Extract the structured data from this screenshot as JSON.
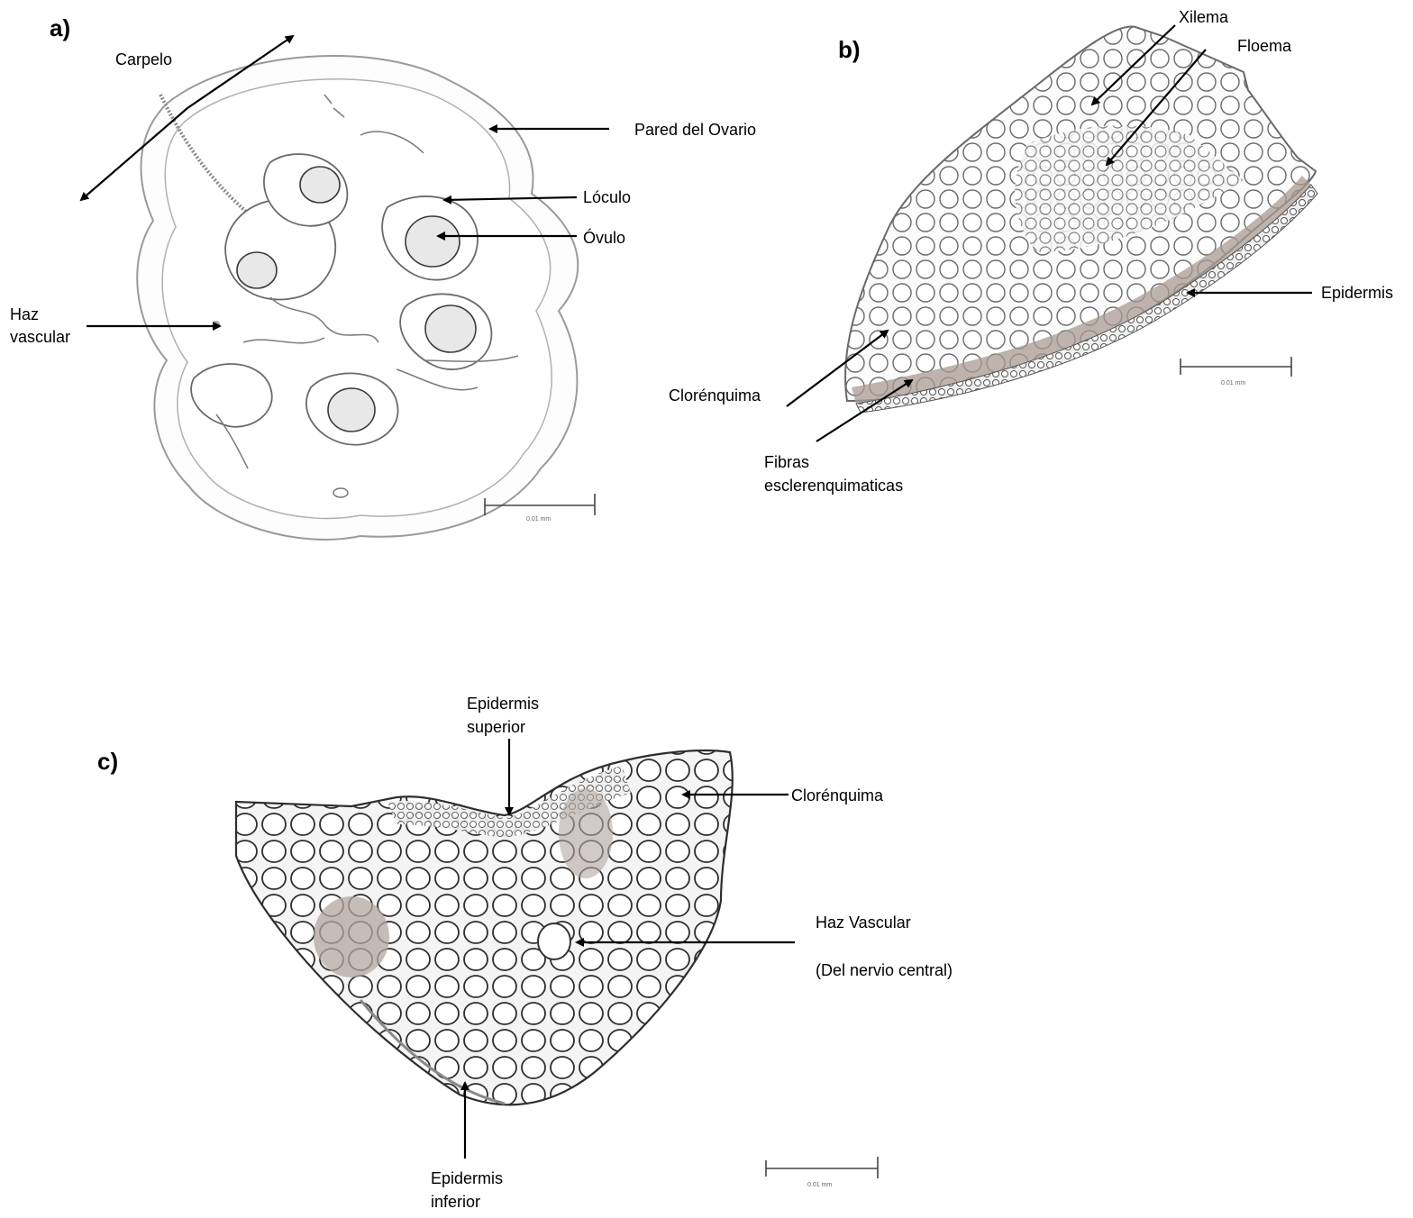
{
  "panels": {
    "a": {
      "letter": "a)",
      "labels": {
        "carpelo": "Carpelo",
        "pared_ovario": "Pared del Ovario",
        "loculo": "Lóculo",
        "ovulo": "Óvulo",
        "haz_vascular_1": "Haz",
        "haz_vascular_2": "vascular"
      },
      "scale": "0.01 mm"
    },
    "b": {
      "letter": "b)",
      "labels": {
        "xilema": "Xilema",
        "floema": "Floema",
        "epidermis": "Epidermis",
        "clorenquima": "Clorénquima",
        "fibras_1": "Fibras",
        "fibras_2": "esclerenquimaticas"
      },
      "scale": "0.01 mm"
    },
    "c": {
      "letter": "c)",
      "labels": {
        "epi_sup_1": "Epidermis",
        "epi_sup_2": "superior",
        "clorenquima": "Clorénquima",
        "haz_vascular": "Haz Vascular",
        "nervio": "(Del nervio central)",
        "epi_inf_1": "Epidermis",
        "epi_inf_2": "inferior"
      },
      "scale": "0.01 mm"
    }
  },
  "colors": {
    "ink": "#000000",
    "tissue_line": "#8a8a8a",
    "tissue_dark": "#3a3a3a",
    "fiber_band": "#a89a92"
  }
}
